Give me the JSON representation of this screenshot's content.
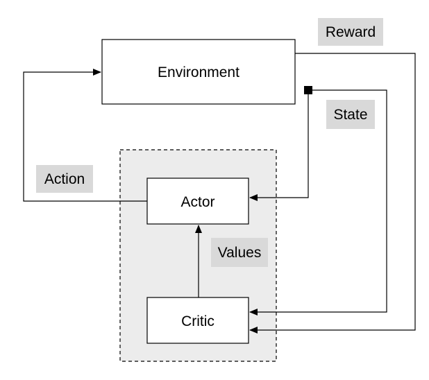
{
  "nodes": {
    "environment": "Environment",
    "actor": "Actor",
    "critic": "Critic"
  },
  "edge_labels": {
    "reward": "Reward",
    "state": "State",
    "action": "Action",
    "values": "Values"
  },
  "colors": {
    "label_background": "#d9d9d9",
    "group_background": "#ececec",
    "stroke": "#000000"
  }
}
